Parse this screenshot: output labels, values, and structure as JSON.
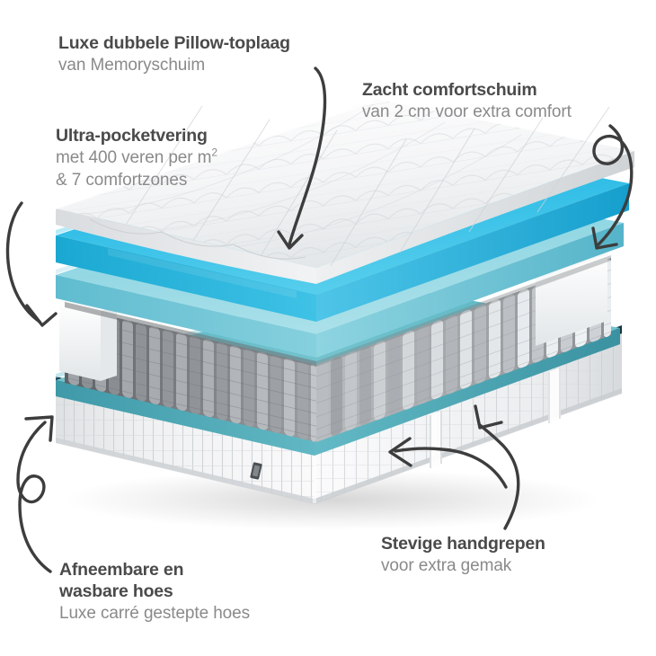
{
  "product": {
    "type": "mattress-cutaway-illustration",
    "language": "nl",
    "background": "#ffffff"
  },
  "colors": {
    "heading": "#4a4a4a",
    "subtext": "#8a8a8a",
    "arrow": "#3d3d3d",
    "foam_top_cyan": "#23b4df",
    "foam_second_cyan": "#7fcfdd",
    "foam_bottom_teal": "#5fb8c4",
    "base_band_navy": "#1e4a5f",
    "cover_white": "#f3f4f5",
    "spring_gray": "#8c8f93",
    "foam_edge_white": "#eef1f2"
  },
  "callouts": [
    {
      "id": "pillow-top",
      "title": "Luxe dubbele Pillow-toplaag",
      "subtitle": "van Memoryschuim",
      "arrow": "long-curve-down-to-top-layer"
    },
    {
      "id": "comfort-foam",
      "title": "Zacht comfortschuim",
      "subtitle": "van 2 cm voor extra comfort",
      "arrow": "looped-curve-down-left-to-cyan-foam"
    },
    {
      "id": "pocket-springs",
      "title": "Ultra-pocketvering",
      "subtitle_line1": "met 400 veren per m",
      "subtitle_sup": "2",
      "subtitle_line2": "& 7 comfortzones",
      "arrow": "curve-down-to-spring-layer"
    },
    {
      "id": "handles",
      "title": "Stevige handgrepen",
      "subtitle": "voor extra gemak",
      "arrow": "forked-double-arrow-to-handles"
    },
    {
      "id": "washable-cover",
      "title_line1": "Afneembare en",
      "title_line2": "wasbare hoes",
      "subtitle": "Luxe carré gestepte hoes",
      "arrow": "looped-curve-up-to-base-cover"
    }
  ],
  "layers": [
    {
      "name": "quilted-pillow-top",
      "material": "memory foam quilted cover",
      "color": "#f3f4f5"
    },
    {
      "name": "comfort-foam-upper",
      "material": "soft comfort foam",
      "thickness_cm": 2,
      "color": "#23b4df"
    },
    {
      "name": "comfort-foam-lower",
      "material": "comfort foam",
      "color": "#7fcfdd"
    },
    {
      "name": "pocket-spring-core",
      "material": "pocket springs, 400 per m2, 7 zones",
      "color": "#8c8f93"
    },
    {
      "name": "base-foam-teal",
      "material": "support foam",
      "color": "#5fb8c4"
    },
    {
      "name": "base-cover",
      "material": "washable quilted cover with handles",
      "color": "#f3f4f5"
    }
  ],
  "base_features": {
    "handles_count": 2,
    "logo_tag": true
  }
}
